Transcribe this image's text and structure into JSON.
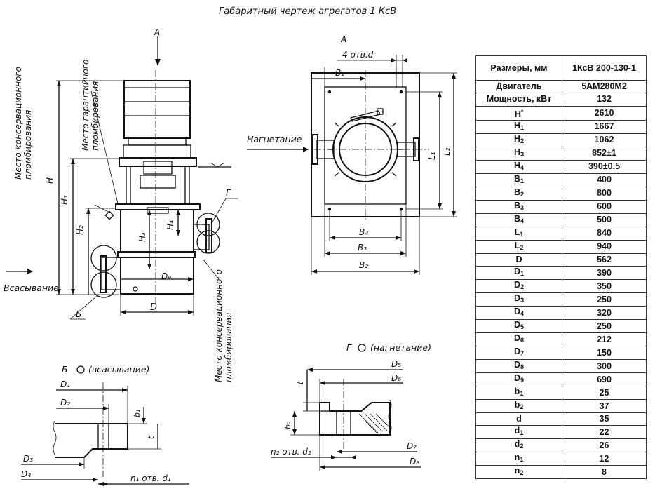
{
  "title": "Габаритный чертеж агрегатов 1 КсВ",
  "labels": {
    "view_a": "A",
    "view_a2": "A",
    "holes_d": "4 отв.d",
    "discharge": "Нагнетание",
    "suction": "Всасывание",
    "seal_conservation_left": [
      "Место консервационного",
      "пломбирования"
    ],
    "seal_warranty": [
      "Место гарантийного",
      "пломбирования"
    ],
    "seal_conservation_bottom": [
      "Место консервационного",
      "пломбирования"
    ],
    "mark_g": "Г",
    "mark_b": "Б",
    "detail_b": "Б",
    "detail_b_text": "(всасывание)",
    "detail_g": "Г",
    "detail_g_text": "(нагнетание)",
    "holes_n1": "n₁ отв. d₁",
    "holes_n2": "n₂ отв. d₂",
    "dim": {
      "H": "H",
      "H1": "H₁",
      "H2": "H₂",
      "H3": "H₃",
      "H4": "H₄",
      "D": "D",
      "D9": "D₉",
      "B1": "B₁",
      "B2": "B₂",
      "B3": "B₃",
      "B4": "B₄",
      "L1": "L₁",
      "L2": "L₂",
      "D1": "D₁",
      "D2": "D₂",
      "D3": "D₃",
      "D4": "D₄",
      "D5": "D₅",
      "D6": "D₆",
      "D7": "D₇",
      "D8": "D₈",
      "b1": "b₁",
      "b2": "b₂",
      "t": "t"
    }
  },
  "table": {
    "header": [
      "Размеры, мм",
      "1КсВ 200-130-1"
    ],
    "rows": [
      {
        "key": "Двигатель",
        "value": "5АМ280М2"
      },
      {
        "key": "Мощность, кВт",
        "value": "132"
      },
      {
        "key": "H*",
        "value": "2610"
      },
      {
        "key": "H1",
        "value": "1667"
      },
      {
        "key": "H2",
        "value": "1062"
      },
      {
        "key": "H3",
        "value": "852±1"
      },
      {
        "key": "H4",
        "value": "390±0.5"
      },
      {
        "key": "B1",
        "value": "400"
      },
      {
        "key": "B2",
        "value": "800"
      },
      {
        "key": "B3",
        "value": "600"
      },
      {
        "key": "B4",
        "value": "500"
      },
      {
        "key": "L1",
        "value": "840"
      },
      {
        "key": "L2",
        "value": "940"
      },
      {
        "key": "D",
        "value": "562"
      },
      {
        "key": "D1",
        "value": "390"
      },
      {
        "key": "D2",
        "value": "350"
      },
      {
        "key": "D3",
        "value": "250"
      },
      {
        "key": "D4",
        "value": "320"
      },
      {
        "key": "D5",
        "value": "250"
      },
      {
        "key": "D6",
        "value": "212"
      },
      {
        "key": "D7",
        "value": "150"
      },
      {
        "key": "D8",
        "value": "300"
      },
      {
        "key": "D9",
        "value": "690"
      },
      {
        "key": "b1",
        "value": "25"
      },
      {
        "key": "b2",
        "value": "37"
      },
      {
        "key": "d",
        "value": "35"
      },
      {
        "key": "d1",
        "value": "22"
      },
      {
        "key": "d2",
        "value": "26"
      },
      {
        "key": "n1",
        "value": "12"
      },
      {
        "key": "n2",
        "value": "8"
      }
    ]
  }
}
